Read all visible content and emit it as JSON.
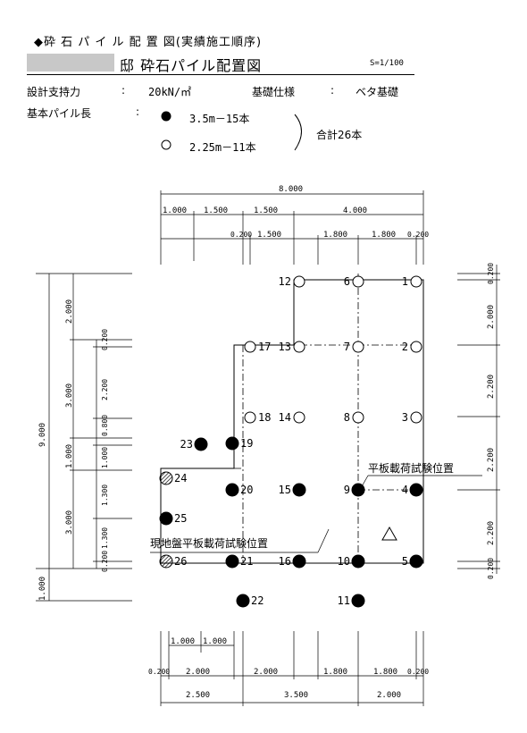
{
  "header": {
    "title": "◆砕 石 パ イ ル 配 置 図(実績施工順序)",
    "subtitle": "邸  砕石パイル配置図",
    "scale": "S=1/100"
  },
  "info": {
    "bearing_label": "設計支持力",
    "bearing_colon": ":",
    "bearing_value": "20kN/㎡",
    "foundation_label": "基礎仕様",
    "foundation_colon": ":",
    "foundation_value": "ベタ基礎",
    "pile_length_label": "基本パイル長",
    "pile_length_colon": ":",
    "pile_a": "3.5m－15本",
    "pile_b": "2.25m－11本",
    "total": "合計26本"
  },
  "dimensions": {
    "top_total": "8.000",
    "top_row1": [
      "1.000",
      "1.500",
      "1.500",
      "4.000"
    ],
    "top_row2": [
      "0.200",
      "1.500",
      "1.800",
      "1.800",
      "0.200"
    ],
    "left_total": "9.000",
    "left_outer": [
      "2.000",
      "3.000",
      "1.000",
      "3.000",
      "1.000"
    ],
    "left_inner": [
      "0.200",
      "2.200",
      "0.800",
      "1.000",
      "1.300",
      "1.300",
      "0.200"
    ],
    "right": [
      "0.200",
      "2.000",
      "2.200",
      "2.200",
      "2.200",
      "0.200"
    ],
    "bottom_row1": [
      "1.000",
      "1.000"
    ],
    "bottom_row2": [
      "0.200",
      "2.000",
      "2.000",
      "1.800",
      "1.800",
      "0.200"
    ],
    "bottom_row3": [
      "2.500",
      "3.500",
      "2.000"
    ]
  },
  "annotations": {
    "plate_test": "平板載荷試験位置",
    "ground_plate_test": "現地盤平板載荷試験位置"
  },
  "piles": [
    {
      "no": "1",
      "type": "open"
    },
    {
      "no": "2",
      "type": "open"
    },
    {
      "no": "3",
      "type": "open"
    },
    {
      "no": "4",
      "type": "filled"
    },
    {
      "no": "5",
      "type": "filled"
    },
    {
      "no": "6",
      "type": "open"
    },
    {
      "no": "7",
      "type": "open"
    },
    {
      "no": "8",
      "type": "open"
    },
    {
      "no": "9",
      "type": "filled"
    },
    {
      "no": "10",
      "type": "filled"
    },
    {
      "no": "11",
      "type": "filled"
    },
    {
      "no": "12",
      "type": "open"
    },
    {
      "no": "13",
      "type": "open"
    },
    {
      "no": "14",
      "type": "open"
    },
    {
      "no": "15",
      "type": "filled"
    },
    {
      "no": "16",
      "type": "filled"
    },
    {
      "no": "17",
      "type": "open"
    },
    {
      "no": "18",
      "type": "open"
    },
    {
      "no": "19",
      "type": "filled"
    },
    {
      "no": "20",
      "type": "filled"
    },
    {
      "no": "21",
      "type": "filled"
    },
    {
      "no": "22",
      "type": "filled"
    },
    {
      "no": "23",
      "type": "filled"
    },
    {
      "no": "24",
      "type": "hatched"
    },
    {
      "no": "25",
      "type": "filled"
    },
    {
      "no": "26",
      "type": "hatched"
    }
  ]
}
